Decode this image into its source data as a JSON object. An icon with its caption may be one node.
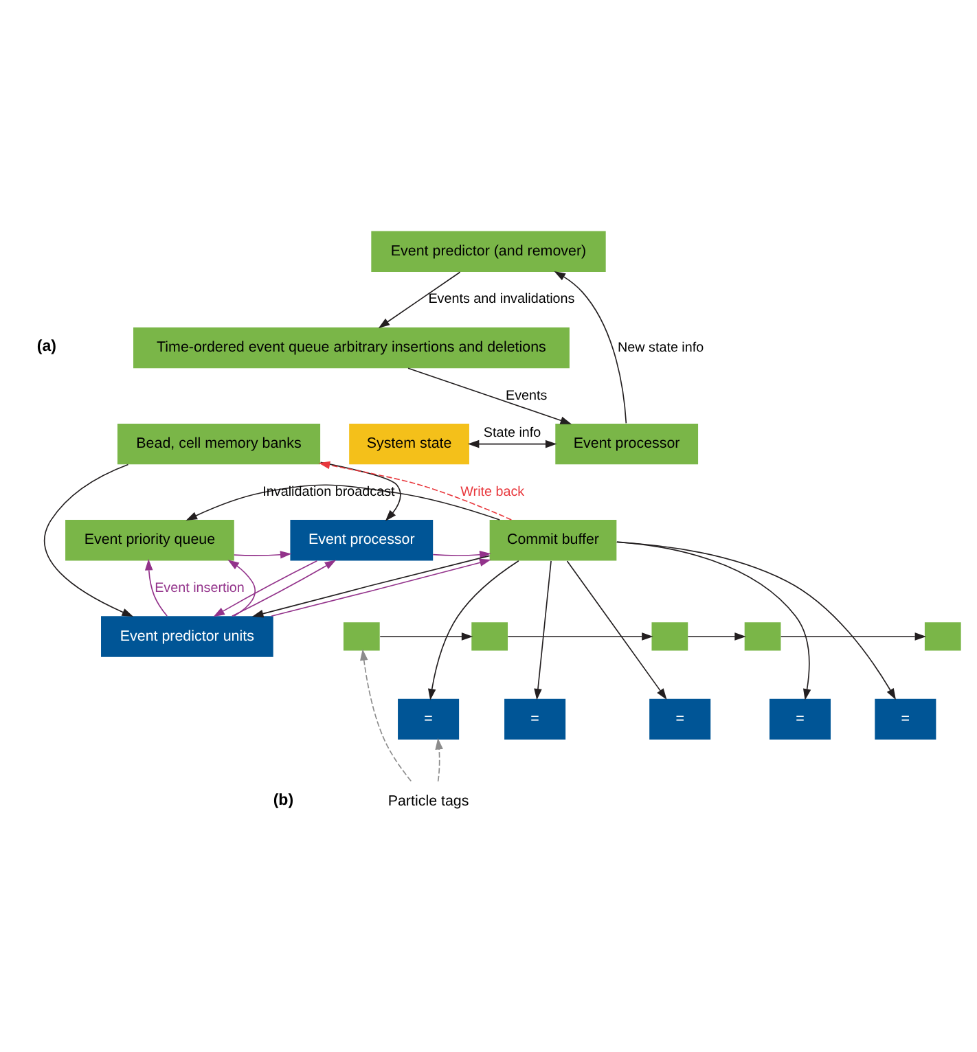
{
  "diagram": {
    "nodes": [
      {
        "text": [
          "Event predictor (and remover)"
        ]
      },
      {
        "text": [
          "System state"
        ]
      },
      {
        "text": [
          "Event processor"
        ]
      },
      {
        "text": [
          "Time-ordered event queue arbitrary insertions and deletions"
        ]
      },
      {
        "text": [
          "Bead, cell memory banks"
        ]
      },
      {
        "text": [
          "Event priority queue"
        ]
      },
      {
        "text": [
          "Event processor"
        ]
      },
      {
        "text": [
          "Commit buffer"
        ]
      },
      {
        "text": [
          "Event predictor units"
        ]
      },
      {
        "text": [],
        "shape": "box"
      },
      {
        "text": [],
        "shape": "box"
      },
      {
        "text": [],
        "shape": "box"
      },
      {
        "text": [],
        "shape": "box"
      },
      {
        "text": [],
        "shape": "box"
      },
      {
        "text": [
          "="
        ]
      },
      {
        "text": [
          "="
        ]
      },
      {
        "text": [
          "="
        ]
      },
      {
        "text": [
          "="
        ]
      },
      {
        "text": [
          "="
        ]
      },
      {
        "text": [
          "Particle tags"
        ]
      }
    ],
    "edges": [
      {
        "from": 1,
        "to": 2,
        "arrow": "both",
        "label": "State info"
      },
      {
        "from": 2,
        "to": 0,
        "arrow": "to",
        "label": "New state info"
      },
      {
        "from": 0,
        "to": 3,
        "arrow": "to",
        "label": "Events and invalidations"
      },
      {
        "from": 3,
        "to": 2,
        "arrow": "to",
        "label": "Events"
      },
      {
        "from": 4,
        "to": 6,
        "arrow": "to"
      },
      {
        "from": 4,
        "to": 8,
        "arrow": "to"
      },
      {
        "from": 8,
        "to": 5,
        "arrow": "to",
        "color": "#93338b",
        "label": "Event insertion"
      },
      {
        "from": 8,
        "to": 5,
        "arrow": "to",
        "color": "#93338b"
      },
      {
        "from": 8,
        "to": 6,
        "arrow": "to",
        "color": "#93338b"
      },
      {
        "from": 8,
        "to": 7,
        "arrow": "to",
        "color": "#93338b"
      },
      {
        "from": 5,
        "to": 6,
        "arrow": "to",
        "color": "#93338b"
      },
      {
        "from": 6,
        "to": 7,
        "arrow": "to",
        "color": "#93338b"
      },
      {
        "from": 6,
        "to": 8,
        "arrow": "to",
        "color": "#93338b"
      },
      {
        "from": 7,
        "to": 4,
        "arrow": "to",
        "style": "dashed",
        "color": "#e8383d",
        "label": "Write back"
      },
      {
        "from": 9,
        "to": 10,
        "arrow": "to"
      },
      {
        "from": 10,
        "to": 11,
        "arrow": "to"
      },
      {
        "from": 11,
        "to": 12,
        "arrow": "to"
      },
      {
        "from": 12,
        "to": 13,
        "arrow": "to"
      },
      {
        "from": 7,
        "to": 5,
        "arrow": "to",
        "label": "Invalidation broadcast"
      },
      {
        "from": 7,
        "to": 14,
        "arrow": "to"
      },
      {
        "from": 7,
        "to": 15,
        "arrow": "to"
      },
      {
        "from": 7,
        "to": 16,
        "arrow": "to"
      },
      {
        "from": 7,
        "to": 17,
        "arrow": "to"
      },
      {
        "from": 7,
        "to": 18,
        "arrow": "to"
      },
      {
        "from": 7,
        "to": 8,
        "arrow": "to"
      },
      {
        "from": 19,
        "to": 9,
        "arrow": "to",
        "style": "dashed",
        "color": "#8c8c8c"
      },
      {
        "from": 19,
        "to": 14,
        "arrow": "to",
        "style": "dashed",
        "color": "#8c8c8c"
      }
    ],
    "labels": [
      "(a)",
      "(b)"
    ]
  }
}
